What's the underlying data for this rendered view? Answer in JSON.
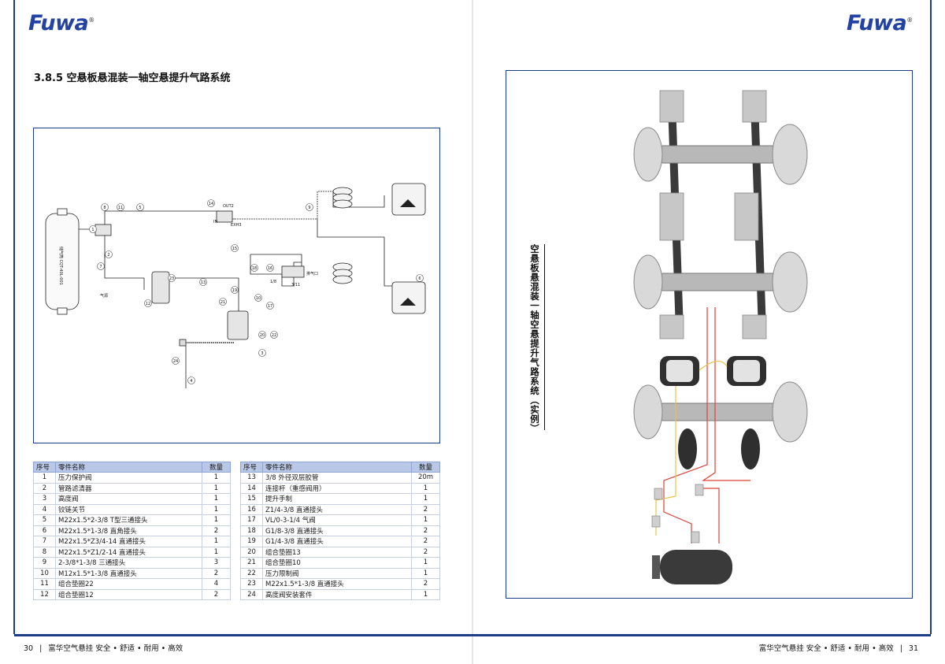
{
  "brand": {
    "name": "Fuwa",
    "mark": "®"
  },
  "section": {
    "title": "3.8.5   空悬板悬混装一轴空悬提升气路系统"
  },
  "diagram": {
    "labels": {
      "out2": "OUT2",
      "in": "IN",
      "exh3": "EXH3",
      "exhaust": "排气口",
      "port_18": "1/8",
      "port_2": "2",
      "port_3": "3",
      "port_11": "3/11",
      "tank": "储气筒 CQT-40L-001",
      "flow": "气源"
    },
    "callouts": [
      "1",
      "2",
      "3",
      "4",
      "5",
      "6",
      "7",
      "8",
      "9",
      "10",
      "11",
      "12",
      "13",
      "14",
      "15",
      "16",
      "17",
      "18",
      "19",
      "20",
      "21",
      "22",
      "23",
      "24"
    ]
  },
  "parts_left": {
    "headers": [
      "序号",
      "零件名称",
      "数量"
    ],
    "rows": [
      [
        "1",
        "压力保护阀",
        "1"
      ],
      [
        "2",
        "管路滤清器",
        "1"
      ],
      [
        "3",
        "高度阀",
        "1"
      ],
      [
        "4",
        "铰链关节",
        "1"
      ],
      [
        "5",
        "M22x1.5*2-3/8 T型三通接头",
        "1"
      ],
      [
        "6",
        "M22x1.5*1-3/8 直角接头",
        "2"
      ],
      [
        "7",
        "M22x1.5*Z3/4-14 直通接头",
        "1"
      ],
      [
        "8",
        "M22x1.5*Z1/2-14 直通接头",
        "1"
      ],
      [
        "9",
        "2-3/8*1-3/8 三通接头",
        "3"
      ],
      [
        "10",
        "M12x1.5*1-3/8 直通接头",
        "2"
      ],
      [
        "11",
        "组合垫圈22",
        "4"
      ],
      [
        "12",
        "组合垫圈12",
        "2"
      ]
    ]
  },
  "parts_right": {
    "headers": [
      "序号",
      "零件名称",
      "数量"
    ],
    "rows": [
      [
        "13",
        "3/8 外径双层胶管",
        "20m"
      ],
      [
        "14",
        "连接杆（重感阀用）",
        "1"
      ],
      [
        "15",
        "提升手制",
        "1"
      ],
      [
        "16",
        "Z1/4-3/8 直通接头",
        "2"
      ],
      [
        "17",
        "VL/0-3-1/4 气阀",
        "1"
      ],
      [
        "18",
        "G1/8-3/8 直通接头",
        "2"
      ],
      [
        "19",
        "G1/4-3/8 直通接头",
        "2"
      ],
      [
        "20",
        "组合垫圈13",
        "2"
      ],
      [
        "21",
        "组合垫圈10",
        "1"
      ],
      [
        "22",
        "压力限制阀",
        "1"
      ],
      [
        "23",
        "M22x1.5*1-3/8 直通接头",
        "2"
      ],
      [
        "24",
        "高度阀安装套件",
        "1"
      ]
    ]
  },
  "photo": {
    "caption": "空悬板悬混装一轴空悬提升气路系统（实例）"
  },
  "footer": {
    "left_page": "30",
    "left_text": "富华空气悬挂  安全 • 舒适 • 耐用 • 高效",
    "right_text": "富华空气悬挂  安全 • 舒适 • 耐用 • 高效",
    "right_page": "31",
    "separator": "|"
  },
  "colors": {
    "brand_blue": "#1c3c88",
    "logo_blue": "#2342a3",
    "logo_red": "#d6261e",
    "table_header": "#b9c8e6"
  }
}
